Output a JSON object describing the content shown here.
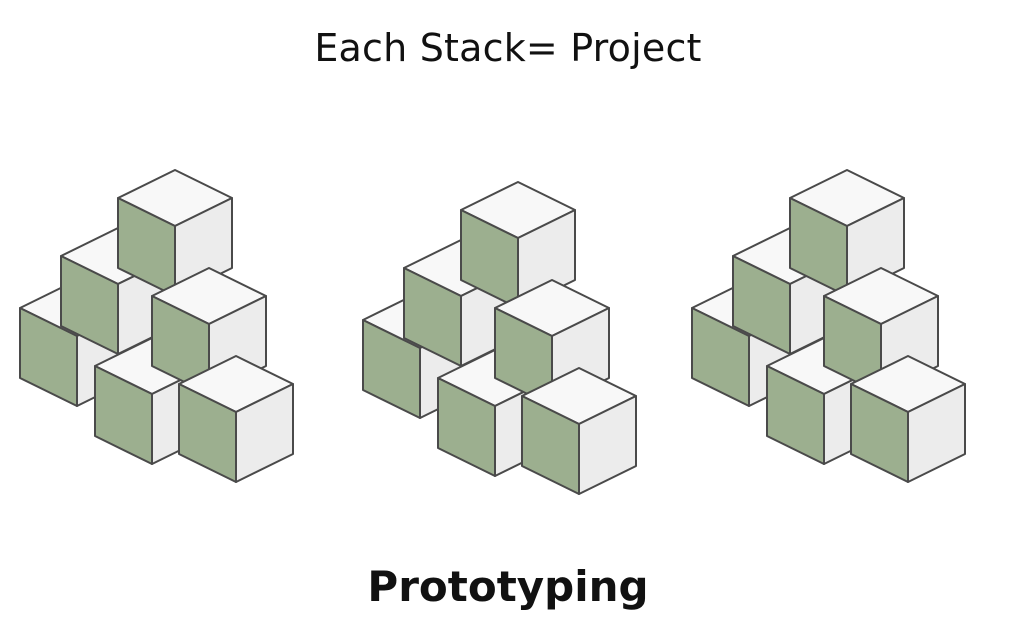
{
  "heading": "Each Stack= Project",
  "caption": "Prototyping",
  "colors": {
    "green_face": "#9caf8f",
    "white_face": "#ececec",
    "top_face": "#f8f8f8",
    "outline": "#4a4a4a",
    "text": "#111111"
  },
  "stacks": [
    {
      "name": "stack-1",
      "cube_count": 6
    },
    {
      "name": "stack-2",
      "cube_count": 6
    },
    {
      "name": "stack-3",
      "cube_count": 6
    }
  ]
}
